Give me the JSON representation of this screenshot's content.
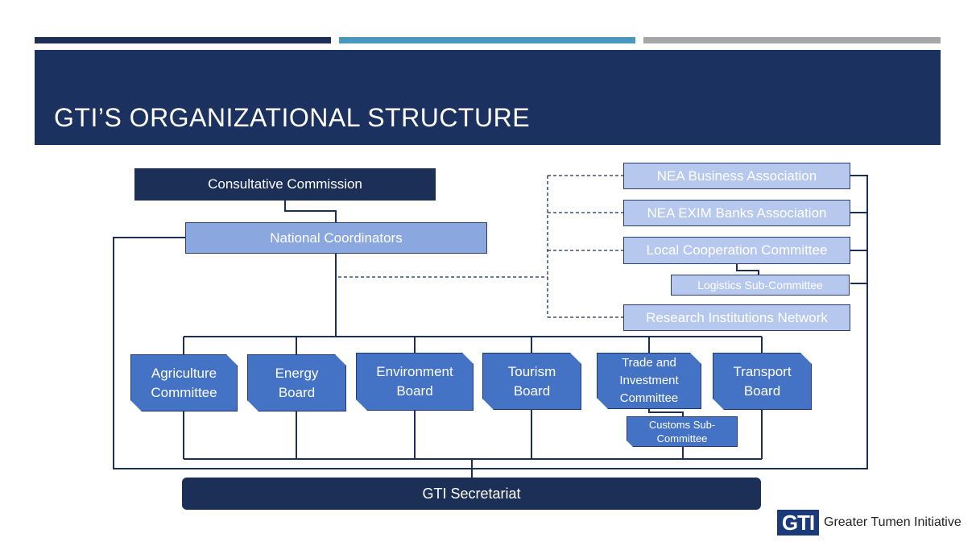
{
  "header": {
    "title": "GTI’S ORGANIZATIONAL STRUCTURE"
  },
  "org": {
    "consultative_commission": "Consultative Commission",
    "national_coordinators": "National Coordinators",
    "nea_business_association": "NEA Business Association",
    "nea_exim_banks_association": "NEA EXIM Banks Association",
    "local_cooperation_committee": "Local Cooperation Committee",
    "logistics_sub_committee": "Logistics Sub-Committee",
    "research_institutions_network": "Research Institutions Network",
    "committees": [
      {
        "label": "Agriculture Committee"
      },
      {
        "label": "Energy Board"
      },
      {
        "label": "Environment Board"
      },
      {
        "label": "Tourism Board"
      },
      {
        "label": "Trade and Investment Committee"
      },
      {
        "label": "Transport Board"
      }
    ],
    "customs_sub_committee": "Customs Sub-Committee",
    "secretariat": "GTI Secretariat"
  },
  "logo": {
    "mark": "GTI",
    "text": "Greater Tumen Initiative"
  },
  "colors": {
    "dark_navy": "#1b2f57",
    "committee_blue": "#4472c4",
    "mid_blue": "#8aa7e0",
    "light_blue": "#b7c8ee"
  }
}
